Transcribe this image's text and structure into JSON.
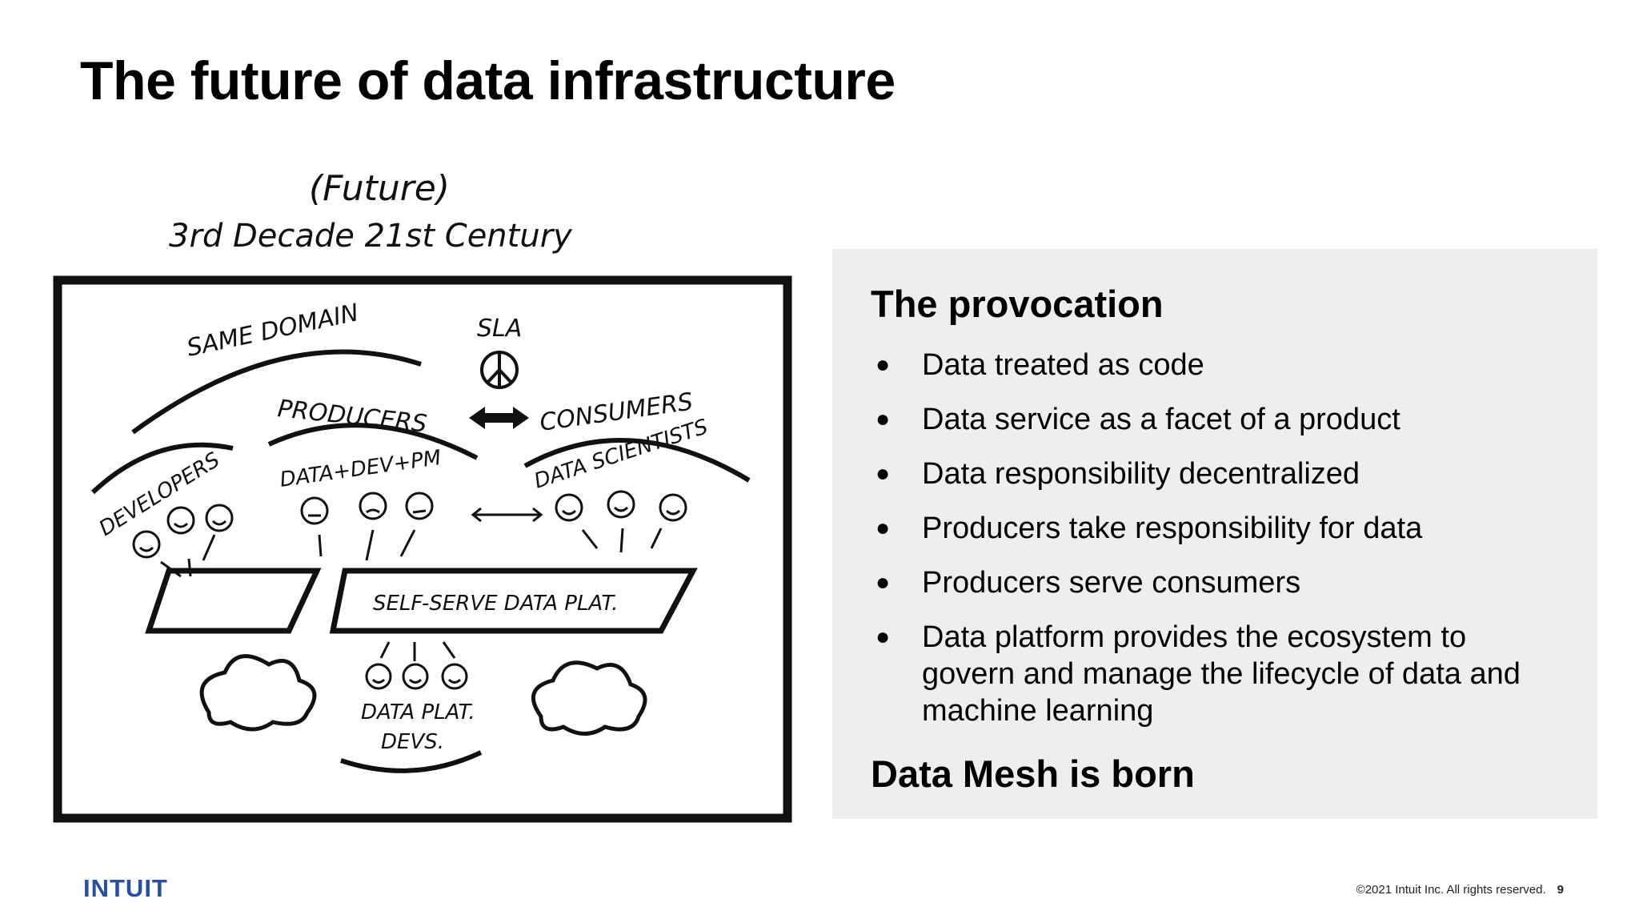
{
  "slide": {
    "title": "The future of data infrastructure"
  },
  "sketch": {
    "future_label": "(Future)",
    "decade_label": "3rd Decade 21st Century",
    "same_domain": "SAME DOMAIN",
    "sla": "SLA",
    "producers": "PRODUCERS",
    "consumers": "CONSUMERS",
    "developers": "DEVELOPERS",
    "data_dev_pm": "DATA+DEV+PM",
    "data_scientists": "DATA SCIENTISTS",
    "platform": "SELF-SERVE DATA PLAT.",
    "platform_devs_line1": "DATA PLAT.",
    "platform_devs_line2": "DEVS."
  },
  "panel": {
    "heading": "The provocation",
    "bullets": [
      "Data treated as code",
      "Data service as a facet of a product",
      "Data responsibility decentralized",
      "Producers take responsibility for data",
      "Producers serve consumers",
      "Data platform provides the ecosystem to govern and manage the lifecycle of data and machine learning"
    ],
    "footer": "Data Mesh is born"
  },
  "footer": {
    "logo": "INTUIT",
    "copyright": "©2021 Intuit Inc. All rights reserved.",
    "page_number": "9"
  }
}
